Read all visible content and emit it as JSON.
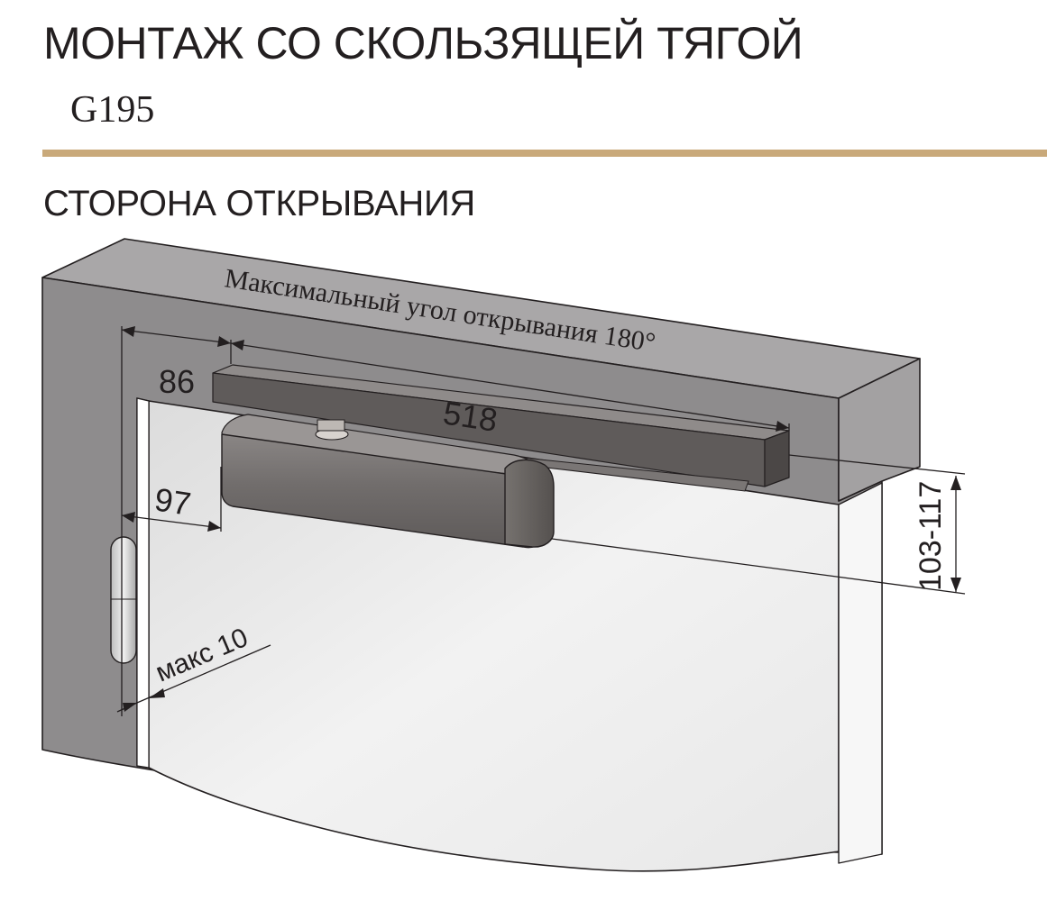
{
  "header": {
    "title": "МОНТАЖ СО СКОЛЬЗЯЩЕЙ ТЯГОЙ",
    "model": "G195"
  },
  "section": {
    "title": "СТОРОНА ОТКРЫВАНИЯ"
  },
  "diagram": {
    "angle_note": "Максимальный угол открывания 180°",
    "dim_86": "86",
    "dim_518": "518",
    "dim_97": "97",
    "dim_height": "103-117",
    "dim_max_gap": "макс 10"
  },
  "colors": {
    "accent_rule": "#c9a97a",
    "wall": "#8e8c8d",
    "wall_top": "#a9a7a8",
    "door": "#ececec",
    "device": "#6e6a69",
    "line": "#231f20"
  }
}
